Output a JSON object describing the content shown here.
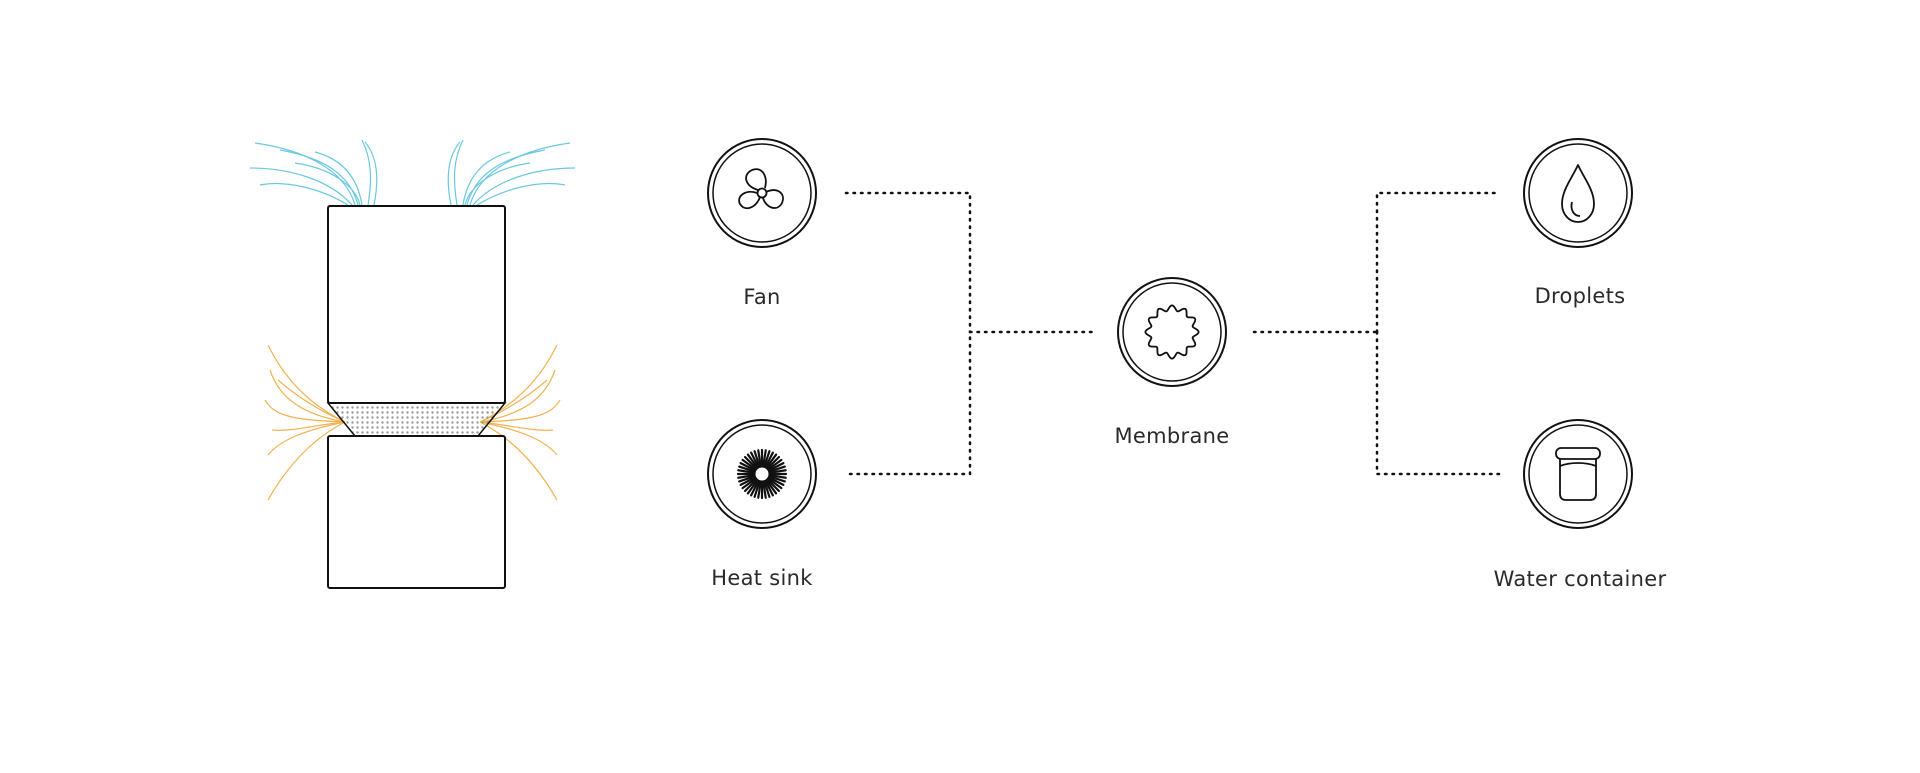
{
  "nodes": {
    "fan": {
      "label": "Fan",
      "icon": "fan-icon"
    },
    "heat_sink": {
      "label": "Heat sink",
      "icon": "heat-sink-icon"
    },
    "membrane": {
      "label": "Membrane",
      "icon": "membrane-icon"
    },
    "droplets": {
      "label": "Droplets",
      "icon": "droplet-icon"
    },
    "water_container": {
      "label": "Water container",
      "icon": "jar-icon"
    }
  },
  "colors": {
    "stroke": "#111111",
    "cool_air": "#5bc3dc",
    "warm_air": "#f0a93c",
    "text": "#2a2a2a"
  }
}
